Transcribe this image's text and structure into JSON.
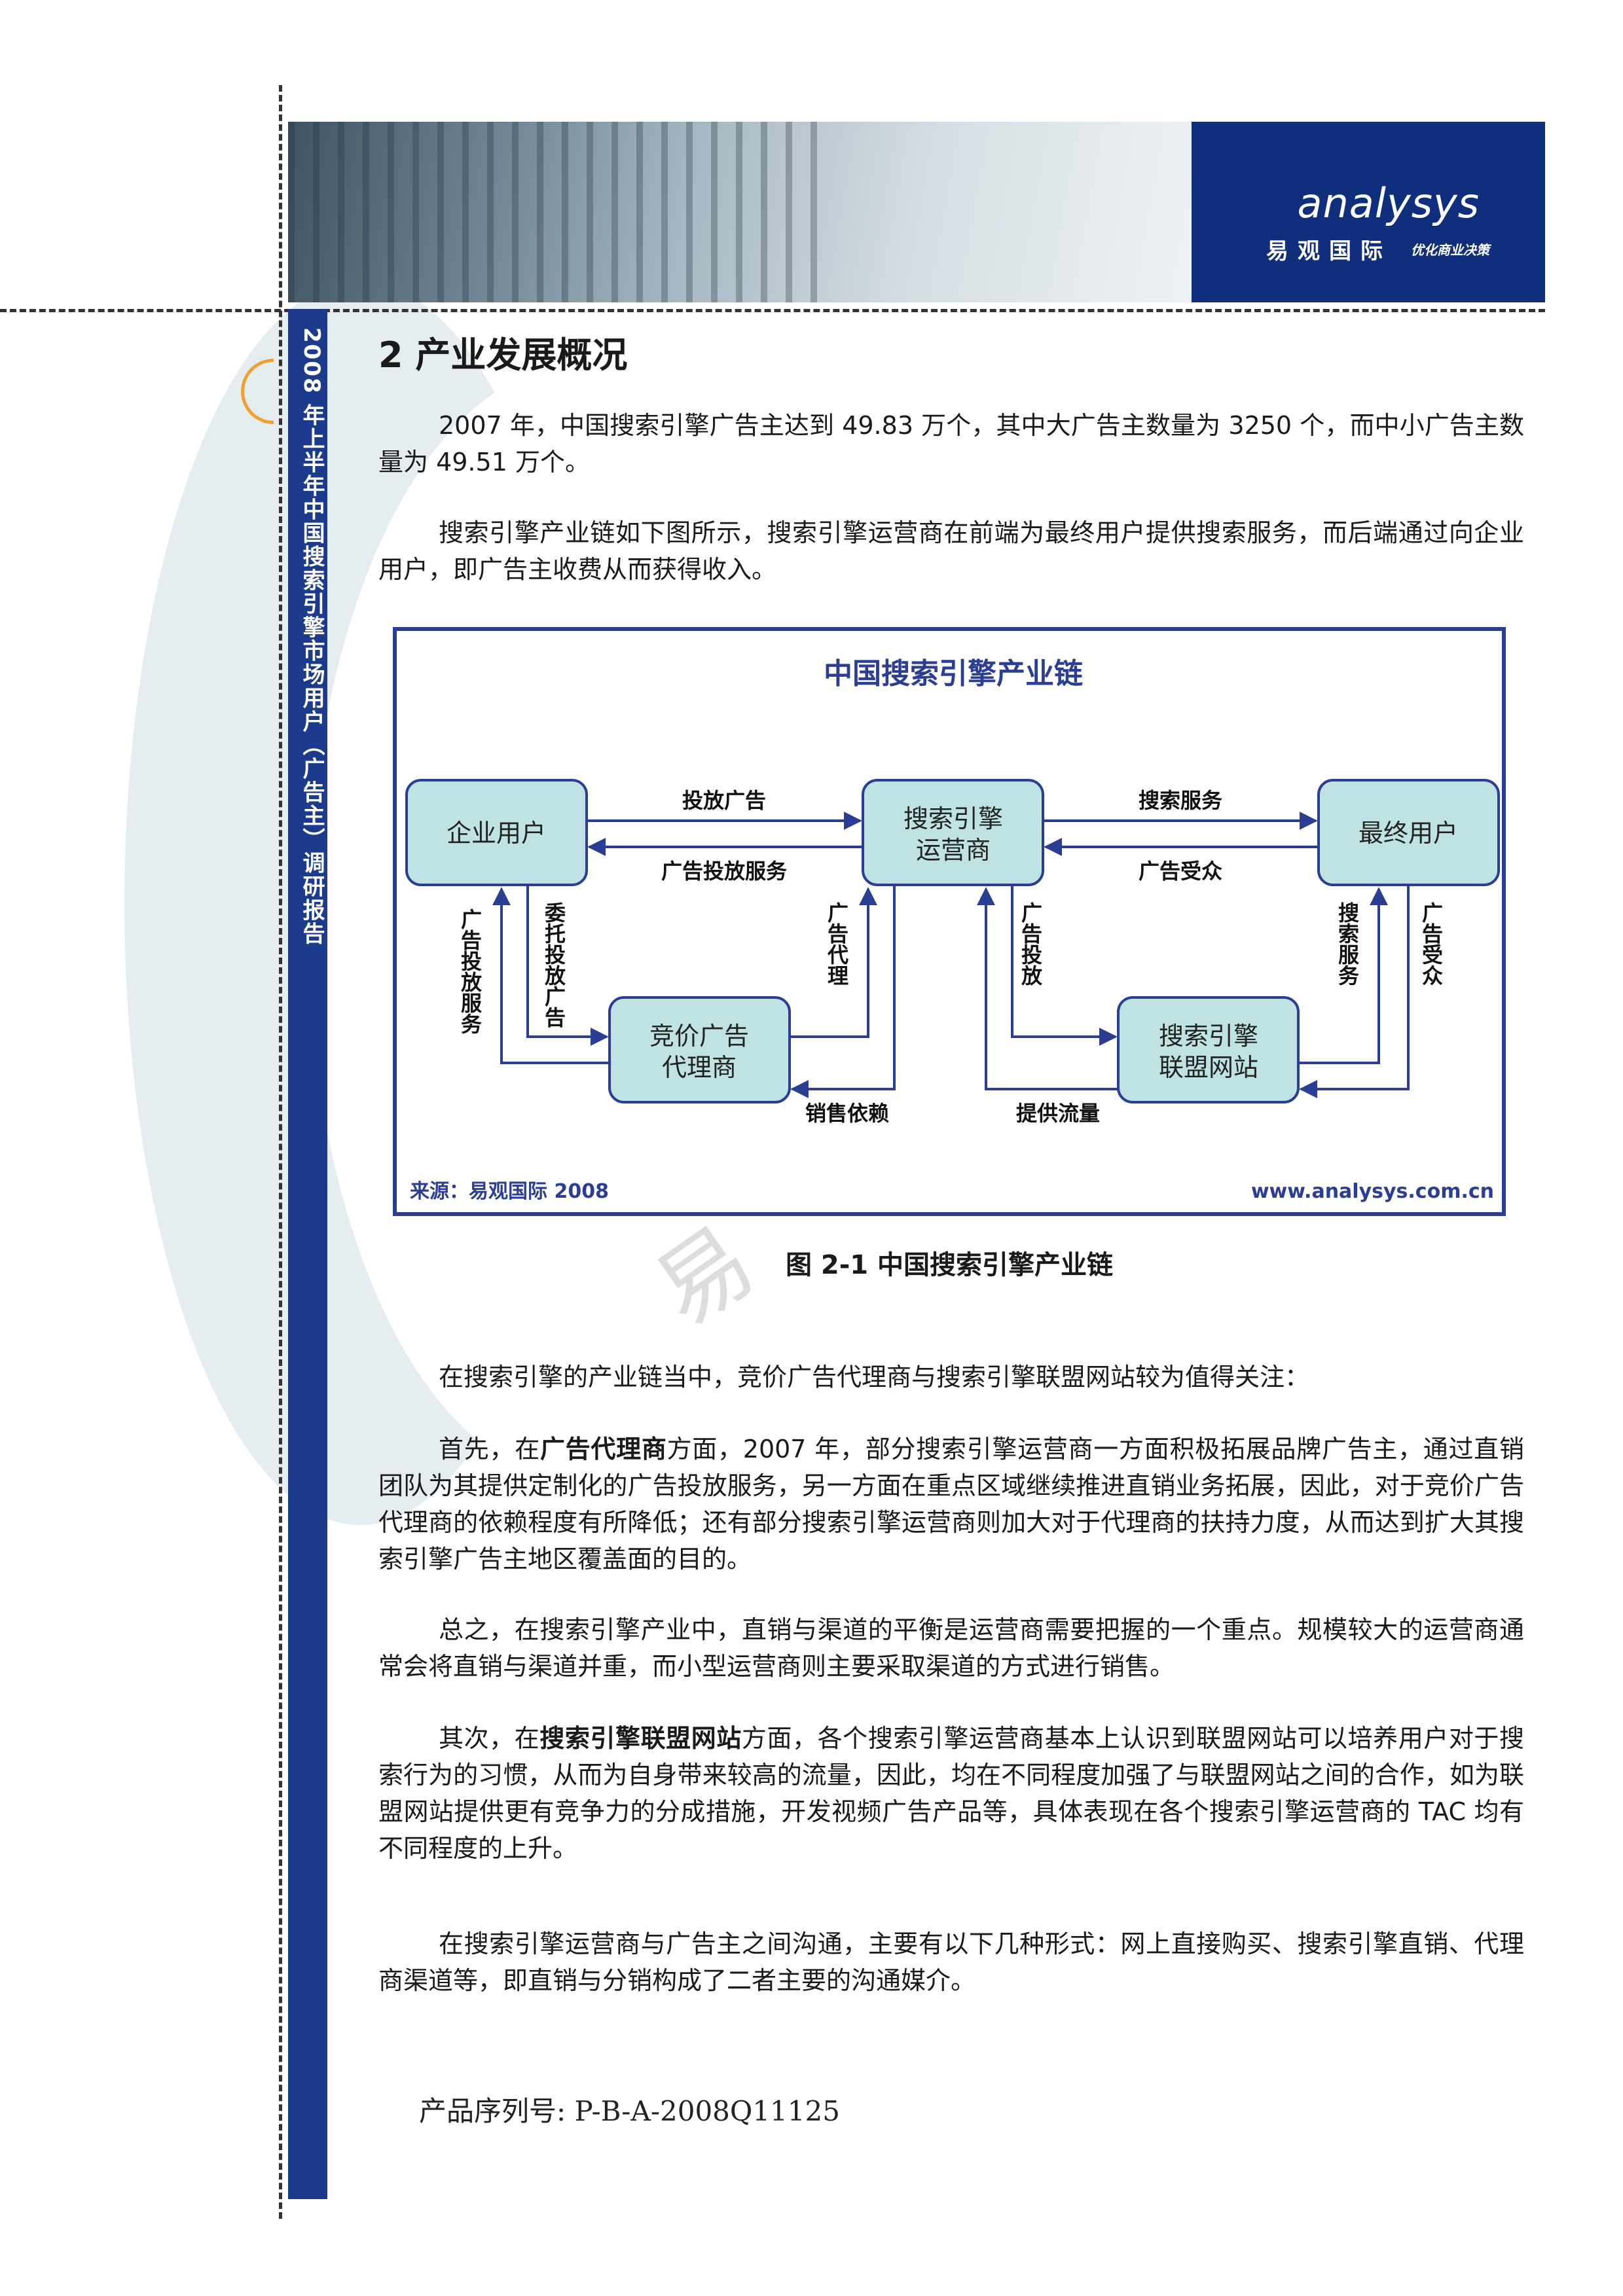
{
  "header": {
    "logo_word": "analysys",
    "logo_cn": "易观国际",
    "logo_slogan": "优化商业决策"
  },
  "sidebar_title": "2008 年上半年中国搜索引擎市场用户（广告主）调研报告",
  "section": {
    "heading": "2 产业发展概况",
    "paragraphs_before": [
      "2007 年，中国搜索引擎广告主达到 49.83 万个，其中大广告主数量为 3250 个，而中小广告主数量为 49.51 万个。",
      "搜索引擎产业链如下图所示，搜索引擎运营商在前端为最终用户提供搜索服务，而后端通过向企业用户，即广告主收费从而获得收入。"
    ]
  },
  "diagram": {
    "title": "中国搜索引擎产业链",
    "source": "来源：易观国际 2008",
    "site": "www.analysys.com.cn",
    "nodes": {
      "enterprise": "企业用户",
      "operator_line1": "搜索引擎",
      "operator_line2": "运营商",
      "end_user": "最终用户",
      "agency_line1": "竞价广告",
      "agency_line2": "代理商",
      "alliance_line1": "搜索引擎",
      "alliance_line2": "联盟网站"
    },
    "edges": {
      "place_ads": "投放广告",
      "ad_service": "广告投放服务",
      "search_service": "搜索服务",
      "ad_audience": "广告受众",
      "ad_service_v": "广告投放服务",
      "entrust_ads_v": "委托投放广告",
      "ad_agency_v": "广告代理",
      "place_ads_v": "广告投放",
      "search_service_v": "搜索服务",
      "ad_audience_v": "广告受众",
      "sales_reliance": "销售依赖",
      "provide_traffic": "提供流量"
    },
    "colors": {
      "node_fill": "#bfe2e2",
      "node_stroke": "#2b3e93",
      "title": "#2b3e93"
    }
  },
  "figure_caption": "图 2-1 中国搜索引擎产业链",
  "watermark": "易",
  "paragraphs_after": [
    {
      "pre": "在搜索引擎的产业链当中，竞价广告代理商与搜索引擎联盟网站较为值得关注：",
      "bold": "",
      "post": ""
    },
    {
      "pre": "首先，在",
      "bold": "广告代理商",
      "post": "方面，2007 年，部分搜索引擎运营商一方面积极拓展品牌广告主，通过直销团队为其提供定制化的广告投放服务，另一方面在重点区域继续推进直销业务拓展，因此，对于竞价广告代理商的依赖程度有所降低；还有部分搜索引擎运营商则加大对于代理商的扶持力度，从而达到扩大其搜索引擎广告主地区覆盖面的目的。"
    },
    {
      "pre": "总之，在搜索引擎产业中，直销与渠道的平衡是运营商需要把握的一个重点。规模较大的运营商通常会将直销与渠道并重，而小型运营商则主要采取渠道的方式进行销售。",
      "bold": "",
      "post": ""
    },
    {
      "pre": "其次，在",
      "bold": "搜索引擎联盟网站",
      "post": "方面，各个搜索引擎运营商基本上认识到联盟网站可以培养用户对于搜索行为的习惯，从而为自身带来较高的流量，因此，均在不同程度加强了与联盟网站之间的合作，如为联盟网站提供更有竞争力的分成措施，开发视频广告产品等，具体表现在各个搜索引擎运营商的 TAC 均有不同程度的上升。"
    },
    {
      "pre": "在搜索引擎运营商与广告主之间沟通，主要有以下几种形式：网上直接购买、搜索引擎直销、代理商渠道等，即直销与分销构成了二者主要的沟通媒介。",
      "bold": "",
      "post": ""
    }
  ],
  "footer": {
    "serial": "产品序列号: P-B-A-2008Q11125"
  }
}
